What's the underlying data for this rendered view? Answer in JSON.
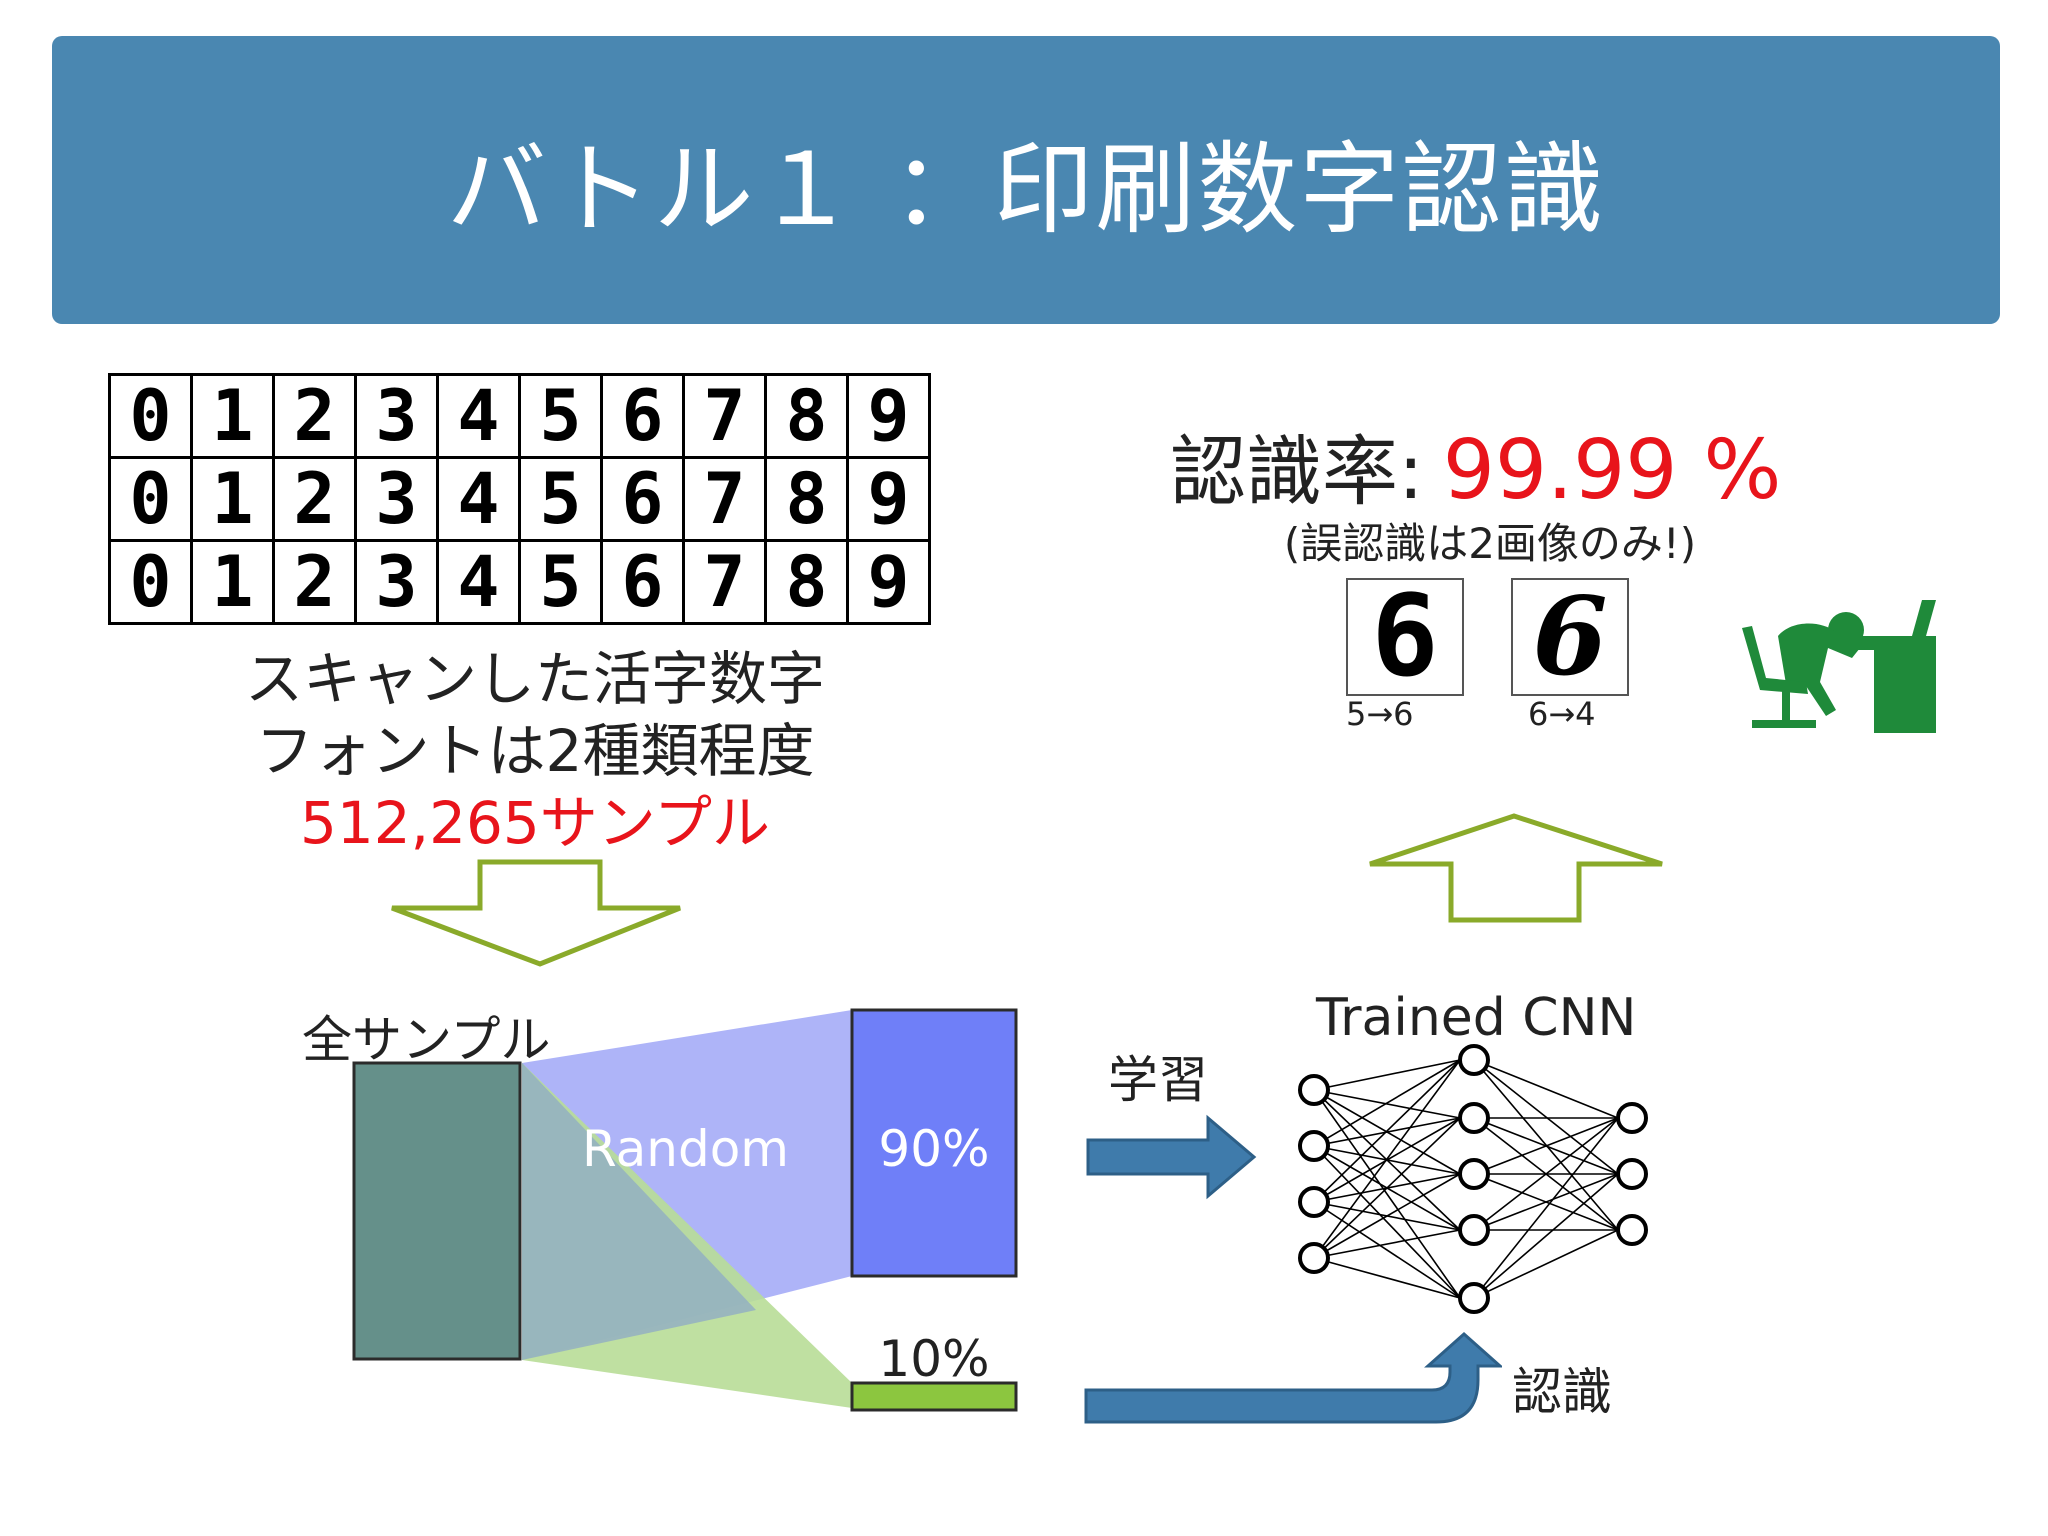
{
  "title": "バトル１ ：印刷数字認識",
  "digit_grid": {
    "rows": [
      [
        "0",
        "1",
        "2",
        "3",
        "4",
        "5",
        "6",
        "7",
        "8",
        "9"
      ],
      [
        "0",
        "1",
        "2",
        "3",
        "4",
        "5",
        "6",
        "7",
        "8",
        "9"
      ],
      [
        "0",
        "1",
        "2",
        "3",
        "4",
        "5",
        "6",
        "7",
        "8",
        "9"
      ]
    ]
  },
  "caption": {
    "line1": "スキャンした活字数字",
    "line2": "フォントは2種類程度",
    "line3": "512,265サンプル"
  },
  "recognition": {
    "label": "認識率:",
    "value": "99.99 %",
    "note": "(誤認識は2画像のみ!)",
    "errors": [
      {
        "image_digit": "6",
        "caption": "5→6"
      },
      {
        "image_digit": "6",
        "caption": "6→4"
      }
    ]
  },
  "flow": {
    "all_samples": "全サンプル",
    "random": "Random",
    "train_pct": "90%",
    "test_pct": "10%",
    "learn": "学習",
    "recognize": "認識",
    "cnn_label": "Trained CNN"
  },
  "colors": {
    "banner": "#4a87b1",
    "accent_red": "#e8141b",
    "all_box": "#65908a",
    "train_box": "#6f7ff8",
    "test_box": "#8cc63f",
    "arrow_blue": "#3f7bab",
    "outline_arrow": "#8aaa2a",
    "desk_icon": "#1f8a3a"
  },
  "icons": [
    "hollow-down-arrow-icon",
    "hollow-up-arrow-icon",
    "blue-right-arrow-icon",
    "bent-up-arrow-icon",
    "tired-worker-desk-icon"
  ]
}
